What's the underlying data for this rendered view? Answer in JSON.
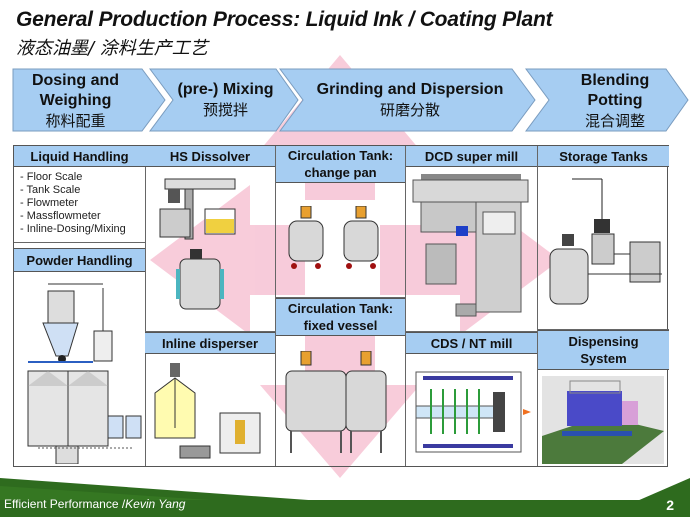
{
  "header": {
    "title": "General Production Process: Liquid Ink / Coating Plant",
    "subtitle": "液态油墨/ 涂料生产工艺"
  },
  "process_steps": [
    {
      "en_line1": "Dosing and",
      "en_line2": "Weighing",
      "cn": "称料配重"
    },
    {
      "en_line1": "(pre-) Mixing",
      "en_line2": "",
      "cn": "预搅拌"
    },
    {
      "en_line1": "Grinding and Dispersion",
      "en_line2": "",
      "cn": "研磨分散"
    },
    {
      "en_line1": "Blending",
      "en_line2": "Potting",
      "cn": "混合调整"
    }
  ],
  "equipment": {
    "liquid_handling": {
      "title": "Liquid Handling",
      "items": [
        "- Floor Scale",
        "- Tank Scale",
        "- Flowmeter",
        "- Massflowmeter",
        "- Inline-Dosing/Mixing"
      ]
    },
    "powder_handling": {
      "title": "Powder Handling",
      "image": "powder-handling-silo-diagram"
    },
    "hs_dissolver": {
      "title": "HS Dissolver",
      "image": "hs-dissolver-and-vessel"
    },
    "inline_disperser": {
      "title": "Inline disperser",
      "image": "inline-disperser-tank"
    },
    "circ_change_pan": {
      "title_line1": "Circulation Tank:",
      "title_line2": "change pan",
      "image": "change-pan-tanks"
    },
    "circ_fixed_vessel": {
      "title_line1": "Circulation Tank:",
      "title_line2": "fixed vessel",
      "image": "fixed-vessel-tanks"
    },
    "dcd_supermill": {
      "title": "DCD super mill",
      "image": "dcd-supermill-machine"
    },
    "cds_nt_mill": {
      "title": "CDS / NT mill",
      "image": "cds-nt-mill-cross-section"
    },
    "storage_tanks": {
      "title": "Storage Tanks",
      "image": "storage-tank-system"
    },
    "dispensing_system": {
      "title_line1": "Dispensing",
      "title_line2": "System",
      "image": "dispensing-system-3d"
    }
  },
  "footer": {
    "text": "Efficient Performance /",
    "author": "Kevin Yang",
    "page_number": "2"
  },
  "colors": {
    "header_blue": "#a6cdf2",
    "arrow_blue": "#a6cdf2",
    "background_arrow_pink": "#f7c6d6",
    "footer_green": "#2e6b1e"
  }
}
